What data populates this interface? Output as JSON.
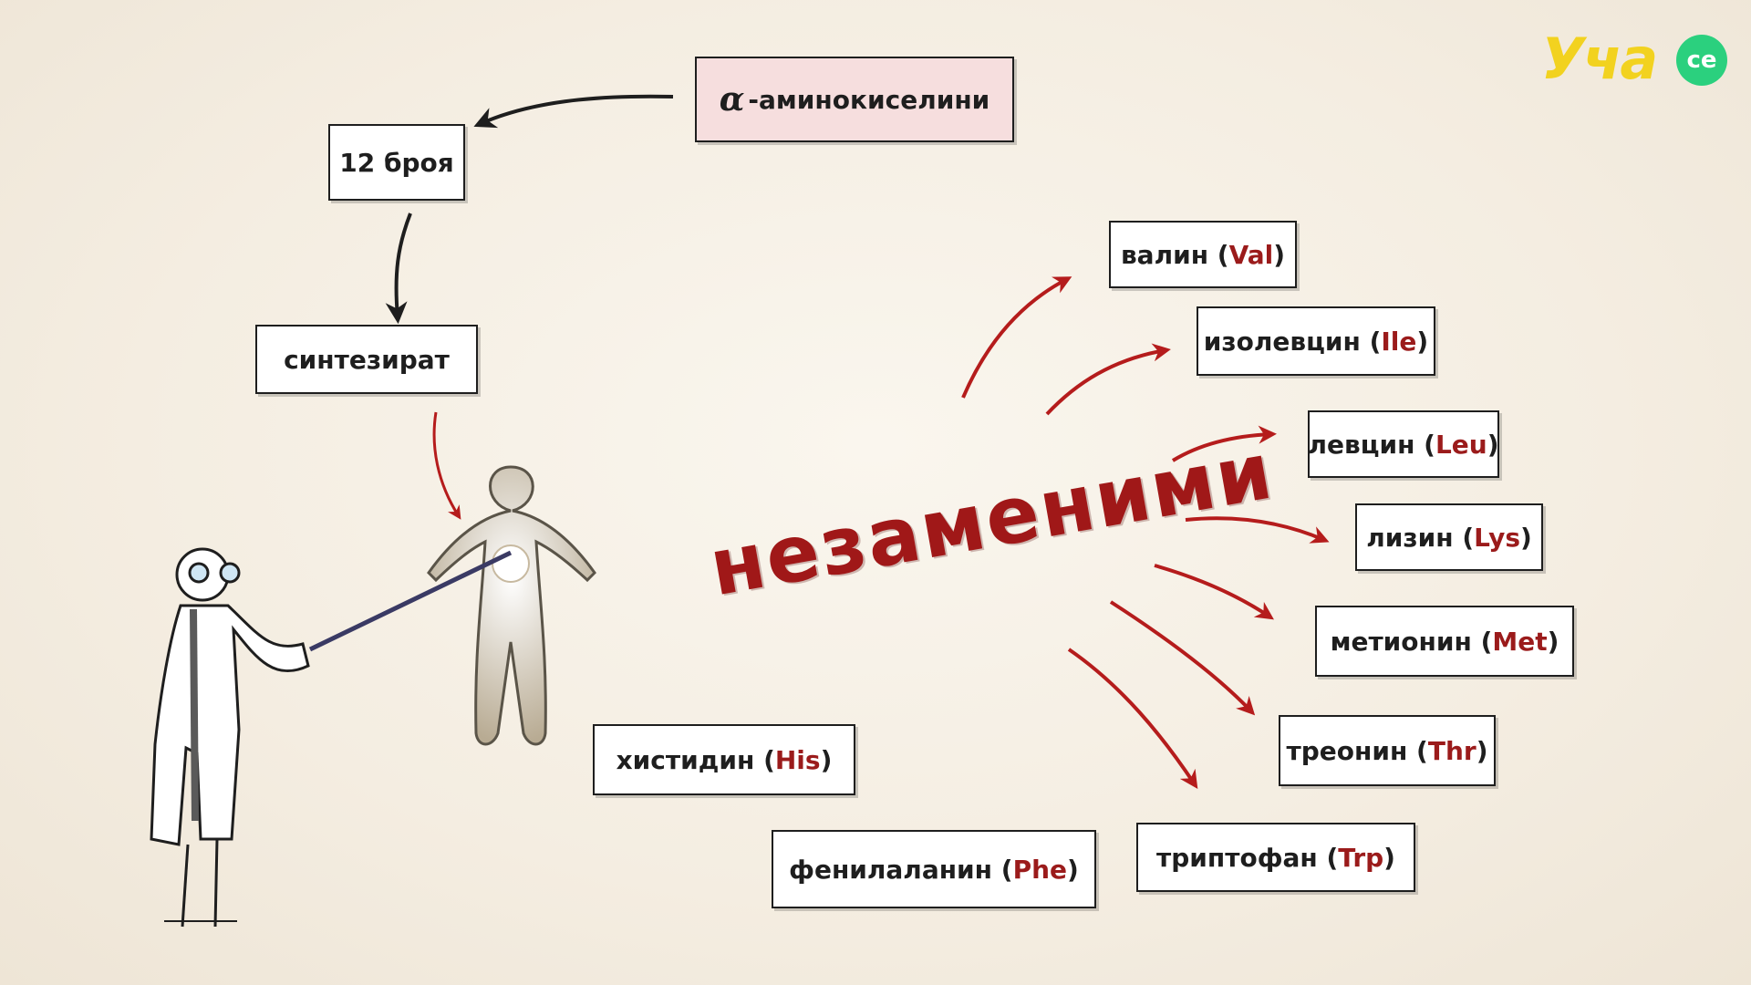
{
  "logo": {
    "text": "Уча",
    "badge": "се"
  },
  "top": {
    "amino": {
      "alpha": "α",
      "text": "-аминокиселини"
    },
    "count": "12 броя",
    "synth": "синтезират"
  },
  "main_word": "незаменими",
  "acids": [
    {
      "name": "валин",
      "abbr": "Val"
    },
    {
      "name": "изолевцин",
      "abbr": "Ile"
    },
    {
      "name": "левцин",
      "abbr": "Leu"
    },
    {
      "name": "лизин",
      "abbr": "Lys"
    },
    {
      "name": "метионин",
      "abbr": "Met"
    },
    {
      "name": "треонин",
      "abbr": "Thr"
    },
    {
      "name": "триптофан",
      "abbr": "Trp"
    },
    {
      "name": "хистидин",
      "abbr": "His"
    },
    {
      "name": "фенилаланин",
      "abbr": "Phe"
    }
  ],
  "colors": {
    "accent_red": "#a01818",
    "pink_box": "#f6dede",
    "logo_yellow": "#f2d21f",
    "logo_green": "#2bd07e"
  }
}
